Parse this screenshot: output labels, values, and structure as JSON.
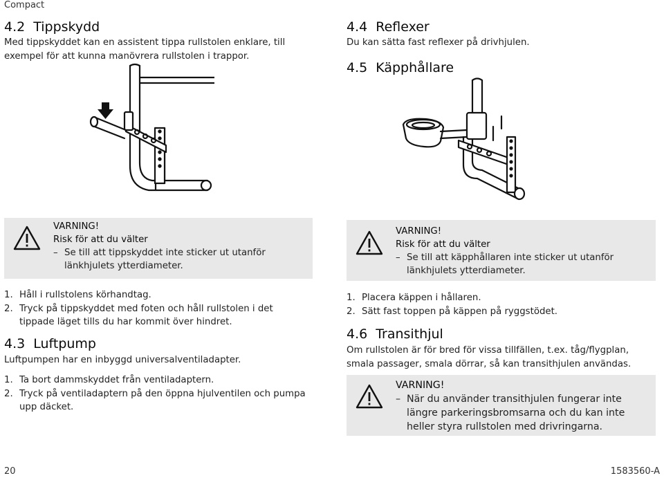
{
  "header": {
    "label": "Compact"
  },
  "left": {
    "section_42": {
      "number": "4.2",
      "title": "Tippskydd",
      "body": [
        "Med tippskyddet kan en assistent tippa rullstolen enklare, till",
        "exempel för att kunna manövrera rullstolen i trappor."
      ]
    },
    "warning1": {
      "title": "VARNING!",
      "subtitle": "Risk för att du välter",
      "lines": [
        "Se till att tippskyddet inte sticker ut utanför",
        "länkhjulets ytterdiameter."
      ],
      "dash": "–",
      "icon": "warning-triangle-icon"
    },
    "steps_42": [
      {
        "n": "1.",
        "lines": [
          "Håll i rullstolens körhandtag."
        ]
      },
      {
        "n": "2.",
        "lines": [
          "Tryck på tippskyddet med foten och håll rullstolen i det",
          "tippade läget tills du har kommit över hindret."
        ]
      }
    ],
    "section_43": {
      "number": "4.3",
      "title": "Luftpump",
      "body": [
        "Luftpumpen har en inbyggd universalventiladapter."
      ]
    },
    "steps_43": [
      {
        "n": "1.",
        "lines": [
          "Ta bort dammskyddet från ventiladaptern."
        ]
      },
      {
        "n": "2.",
        "lines": [
          "Tryck på ventiladaptern på den öppna hjulventilen och pumpa",
          "upp däcket."
        ]
      }
    ]
  },
  "right": {
    "section_44": {
      "number": "4.4",
      "title": "Reflexer",
      "body": [
        "Du kan sätta fast reflexer på drivhjulen."
      ]
    },
    "section_45": {
      "number": "4.5",
      "title": "Käpphållare"
    },
    "warning2": {
      "title": "VARNING!",
      "subtitle": "Risk för att du välter",
      "lines": [
        "Se till att käpphållaren inte sticker ut utanför",
        "länkhjulets ytterdiameter."
      ],
      "dash": "–",
      "icon": "warning-triangle-icon"
    },
    "steps_45": [
      {
        "n": "1.",
        "lines": [
          "Placera käppen i hållaren."
        ]
      },
      {
        "n": "2.",
        "lines": [
          "Sätt fast toppen på käppen på ryggstödet."
        ]
      }
    ],
    "section_46": {
      "number": "4.6",
      "title": "Transithjul",
      "body": [
        "Om rullstolen är för bred för vissa tillfällen, t.ex. tåg/flygplan,",
        "smala passager, smala dörrar, så kan transithjulen användas."
      ]
    },
    "warning3": {
      "title": "VARNING!",
      "lines": [
        "När du använder transithjulen fungerar inte",
        "längre parkeringsbromsarna och du kan inte",
        "heller styra rullstolen med drivringarna."
      ],
      "dash": "–",
      "icon": "warning-triangle-icon"
    }
  },
  "footer": {
    "page_number": "20",
    "doc_id": "1583560-A"
  },
  "colors": {
    "heading_accent": "#1d5f7a",
    "warning_bg": "#e8e8e8",
    "text": "#222222"
  }
}
